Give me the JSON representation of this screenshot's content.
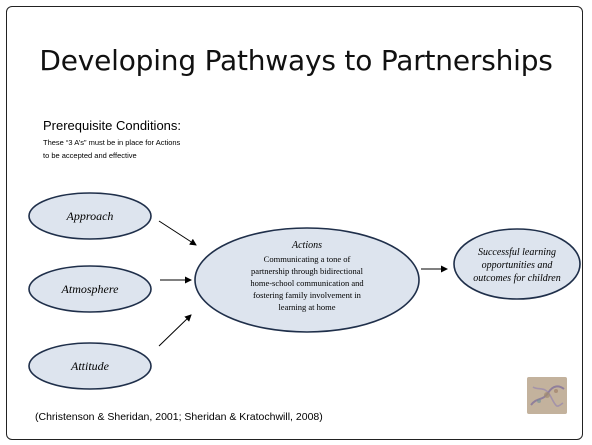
{
  "slide": {
    "title": "Developing Pathways to Partnerships",
    "prereq_heading": "Prerequisite Conditions:",
    "prereq_note_line1": "These “3 A’s” must be in place for Actions",
    "prereq_note_line2": "to be accepted and effective",
    "citation": "(Christenson & Sheridan, 2001; Sheridan & Kratochwill, 2008)"
  },
  "diagram": {
    "approach": "Approach",
    "atmosphere": "Atmosphere",
    "attitude": "Attitude",
    "actions_title": "Actions",
    "actions_lines": [
      "Communicating a tone of",
      "partnership through bidirectional",
      "home-school communication and",
      "fostering family involvement in",
      "learning at home"
    ],
    "outcome_lines": [
      "Successful learning",
      "opportunities and",
      "outcomes for children"
    ]
  },
  "colors": {
    "ellipse_fill": "#dde4ee",
    "ellipse_stroke": "#1f2f4a"
  },
  "icons": {
    "thumbnail": "decorative-painting-thumbnail"
  }
}
